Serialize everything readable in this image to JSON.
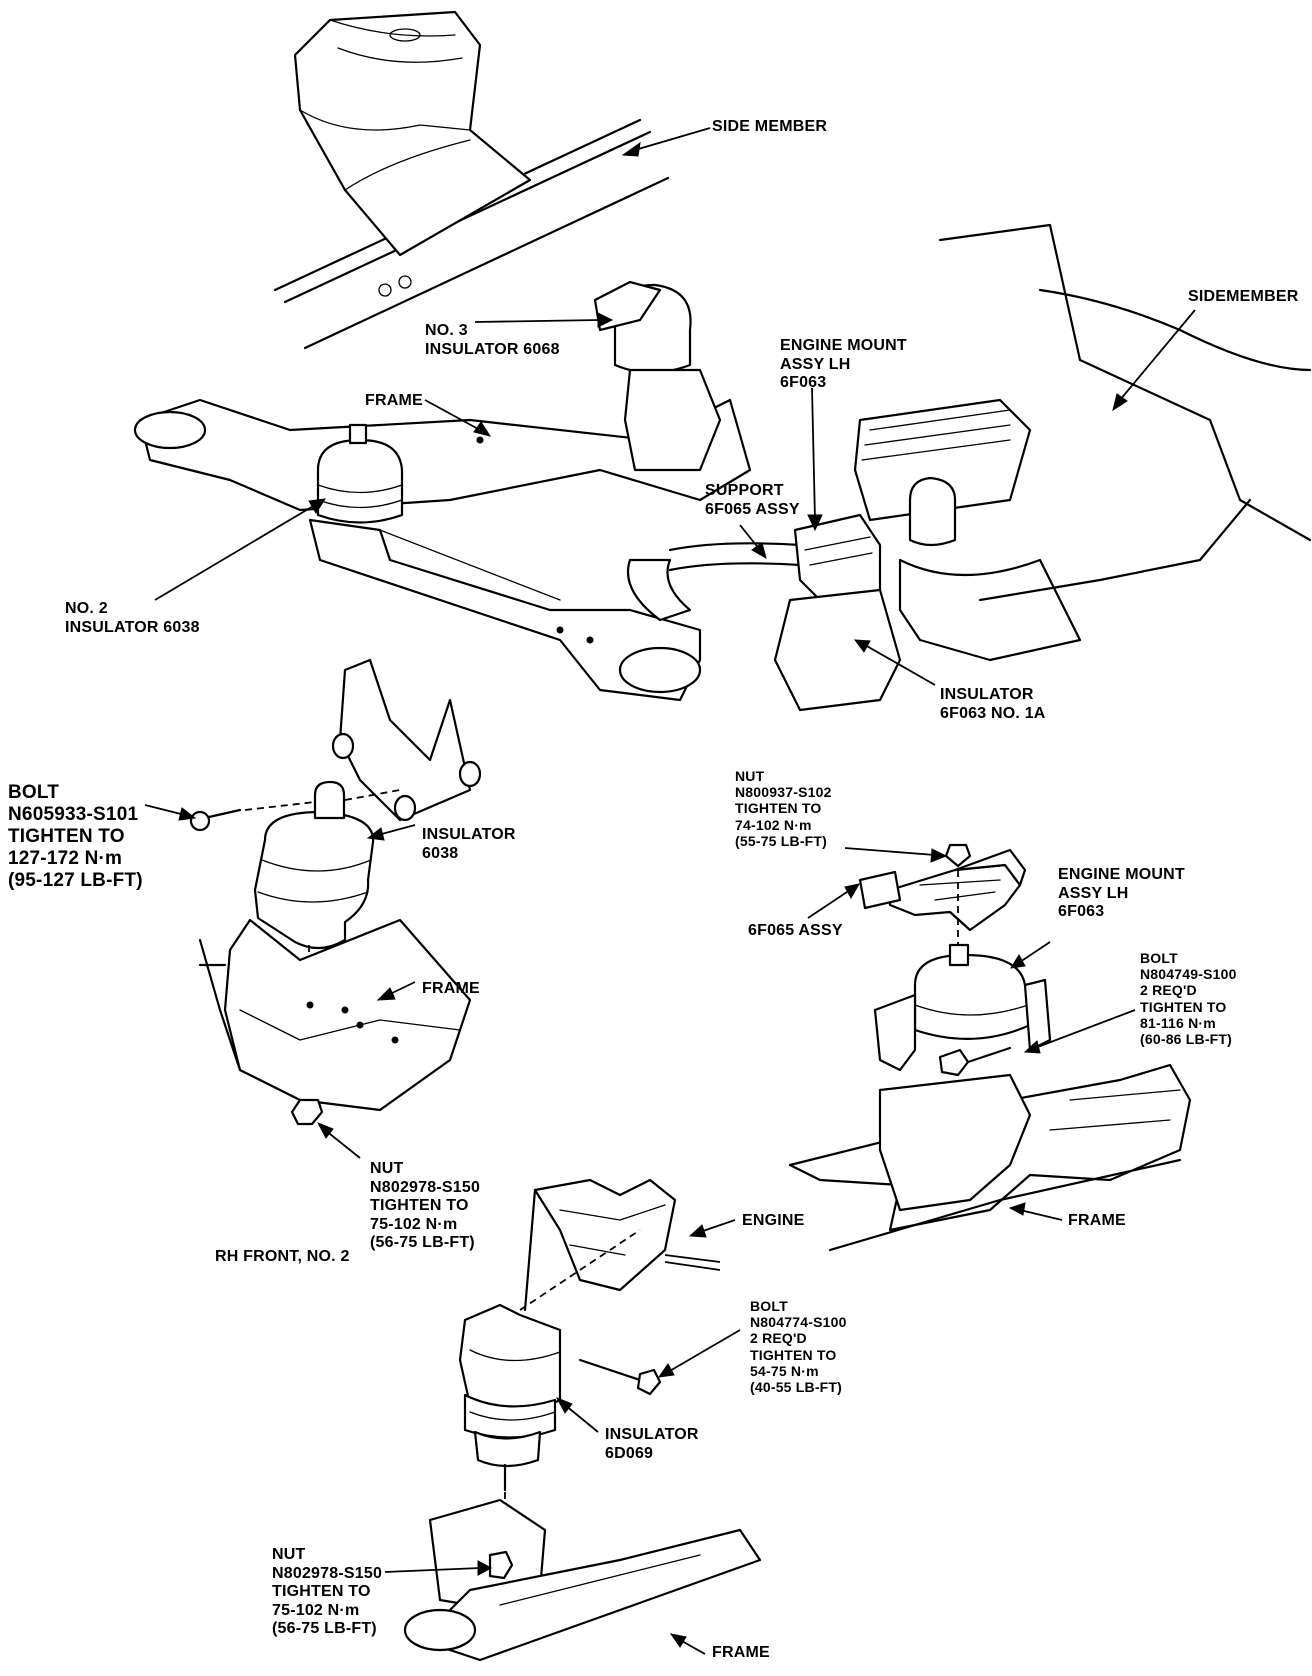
{
  "labels": {
    "side_member": "SIDE MEMBER",
    "sidemember": "SIDEMEMBER",
    "no3_insulator": "NO. 3\nINSULATOR 6068",
    "engine_mount_top": "ENGINE MOUNT\nASSY LH\n6F063",
    "frame_top": "FRAME",
    "support": "SUPPORT\n6F065 ASSY",
    "no2_insulator": "NO. 2\nINSULATOR 6038",
    "insulator_1a": "INSULATOR\n6F063 NO. 1A",
    "bolt_rh": "BOLT\nN605933-S101\nTIGHTEN TO\n127-172 N·m\n(95-127 LB-FT)",
    "insulator_6038": "INSULATOR\n6038",
    "frame_rh": "FRAME",
    "nut_rh": "NUT\nN802978-S150\nTIGHTEN TO\n75-102 N·m\n(56-75 LB-FT)",
    "rh_front": "RH FRONT, NO. 2",
    "nut_lh": "NUT\nN800937-S102\nTIGHTEN TO\n74-102 N·m\n(55-75 LB-FT)",
    "assy_6f065": "6F065 ASSY",
    "engine_mount_lh": "ENGINE MOUNT\nASSY LH\n6F063",
    "bolt_lh": "BOLT\nN804749-S100\n2 REQ'D\nTIGHTEN TO\n81-116 N·m\n(60-86 LB-FT)",
    "frame_lh": "FRAME",
    "engine": "ENGINE",
    "bolt_bottom": "BOLT\nN804774-S100\n2 REQ'D\nTIGHTEN TO\n54-75 N·m\n(40-55 LB-FT)",
    "insulator_6d069": "INSULATOR\n6D069",
    "nut_bottom": "NUT\nN802978-S150\nTIGHTEN TO\n75-102 N·m\n(56-75 LB-FT)",
    "frame_bottom": "FRAME"
  }
}
